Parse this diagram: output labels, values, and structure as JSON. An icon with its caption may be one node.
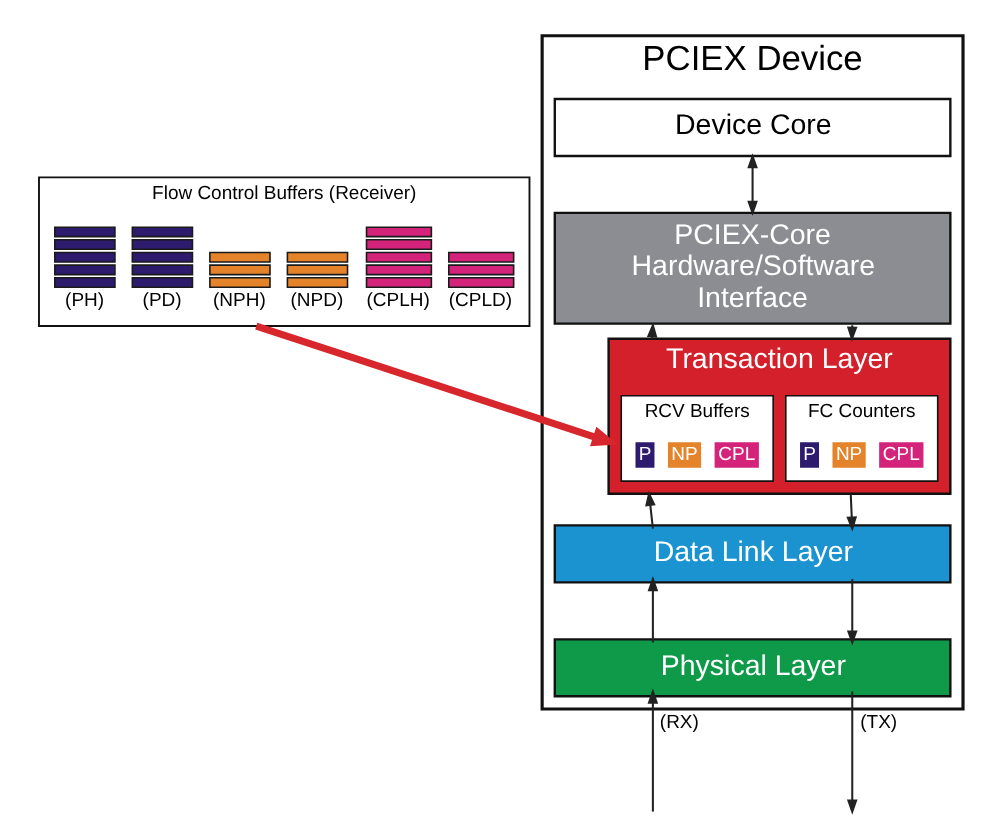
{
  "diagram": {
    "nodes": [
      {
        "text": [
          "PCIEX Device"
        ]
      },
      {
        "text": [
          "Device Core"
        ],
        "in": 0
      },
      {
        "text": [
          "PCIEX-Core Hardware/Software Interface"
        ],
        "in": 0
      },
      {
        "text": [
          "Transaction Layer"
        ],
        "in": 0
      },
      {
        "text": [
          "RCV Buffers"
        ],
        "in": 3
      },
      {
        "text": [
          "P"
        ],
        "in": 4
      },
      {
        "text": [
          "NP"
        ],
        "in": 4
      },
      {
        "text": [
          "CPL"
        ],
        "in": 4
      },
      {
        "text": [
          "FC Counters"
        ],
        "in": 3
      },
      {
        "text": [
          "P"
        ],
        "in": 8
      },
      {
        "text": [
          "NP"
        ],
        "in": 8
      },
      {
        "text": [
          "CPL"
        ],
        "in": 8
      },
      {
        "text": [
          "Data Link Layer"
        ],
        "in": 0
      },
      {
        "text": [
          "Physical Layer"
        ],
        "in": 0
      },
      {
        "text": [
          "Flow Control Buffers (Receiver)"
        ]
      },
      {
        "text": [],
        "shape": "bar",
        "beside": [
          "(PH)"
        ],
        "in": 14
      },
      {
        "text": [],
        "shape": "bar",
        "beside": [
          "(PD)"
        ],
        "in": 14
      },
      {
        "text": [],
        "shape": "bar",
        "beside": [
          "(NPH)"
        ],
        "in": 14
      },
      {
        "text": [],
        "shape": "bar",
        "beside": [
          "(NPD)"
        ],
        "in": 14
      },
      {
        "text": [],
        "shape": "bar",
        "beside": [
          "(CPLH)"
        ],
        "in": 14
      },
      {
        "text": [],
        "shape": "bar",
        "beside": [
          "(CPLD)"
        ],
        "in": 14
      }
    ],
    "edges": [
      {
        "from": 1,
        "to": 2,
        "arrow": "both"
      },
      {
        "from": 2,
        "to": 3,
        "arrow": "to"
      },
      {
        "from": 3,
        "to": 2,
        "arrow": "to"
      },
      {
        "from": 3,
        "to": 12,
        "arrow": "to"
      },
      {
        "from": 12,
        "to": 3,
        "arrow": "to"
      },
      {
        "from": 13,
        "to": 12,
        "arrow": "to"
      },
      {
        "from": 12,
        "to": 13,
        "arrow": "to"
      },
      {
        "from": 13,
        "to": null,
        "arrow": "to",
        "label": "(TX)"
      },
      {
        "from": null,
        "to": 13,
        "arrow": "to",
        "label": "(RX)"
      },
      {
        "from": 14,
        "to": 3,
        "arrow": "to",
        "style": "thick",
        "color": "#d7262c"
      }
    ]
  }
}
